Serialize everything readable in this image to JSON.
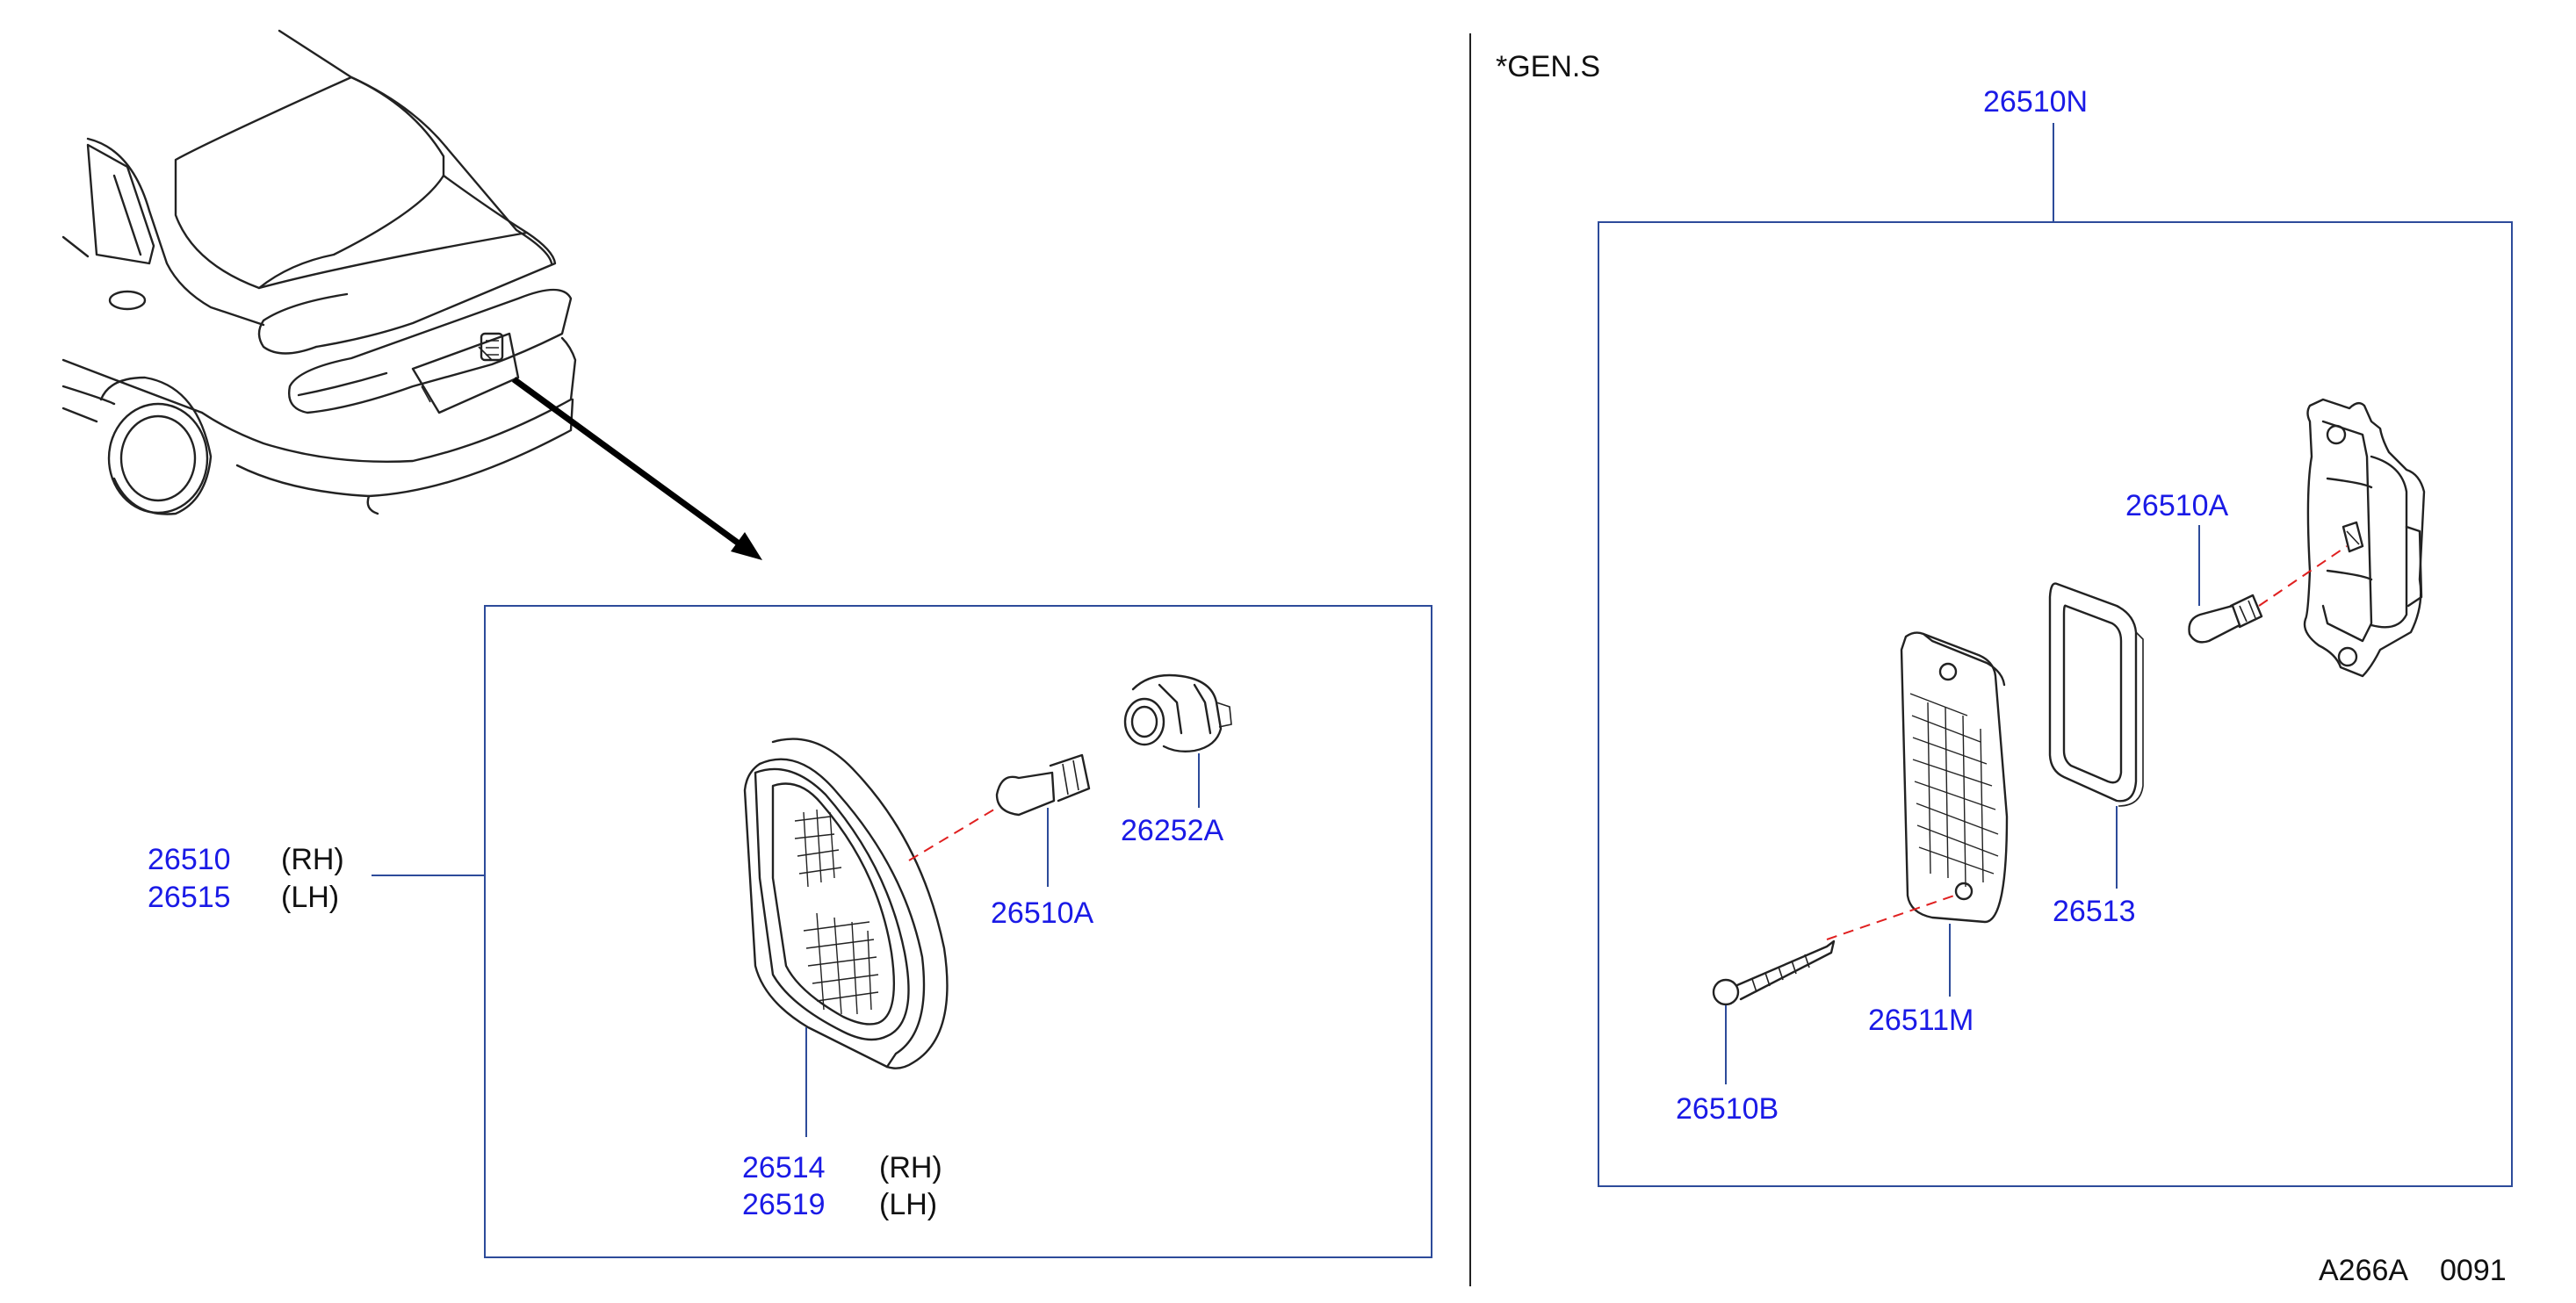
{
  "header": {
    "note": "*GEN.S",
    "drawing_code": "A266A",
    "drawing_number": "0091"
  },
  "left_panel": {
    "assembly": [
      {
        "part_no": "26510",
        "side": "(RH)"
      },
      {
        "part_no": "26515",
        "side": "(LH)"
      }
    ],
    "bulb": "26510A",
    "socket": "26252A",
    "lens": [
      {
        "part_no": "26514",
        "side": "(RH)"
      },
      {
        "part_no": "26519",
        "side": "(LH)"
      }
    ]
  },
  "right_panel": {
    "assembly": "26510N",
    "bulb": "26510A",
    "gasket": "26513",
    "lens": "26511M",
    "screw": "26510B"
  },
  "colors": {
    "part_number": "#1a1ae6",
    "frame": "#2d4b9a",
    "centerline": "#e02020",
    "linework": "#222222"
  }
}
